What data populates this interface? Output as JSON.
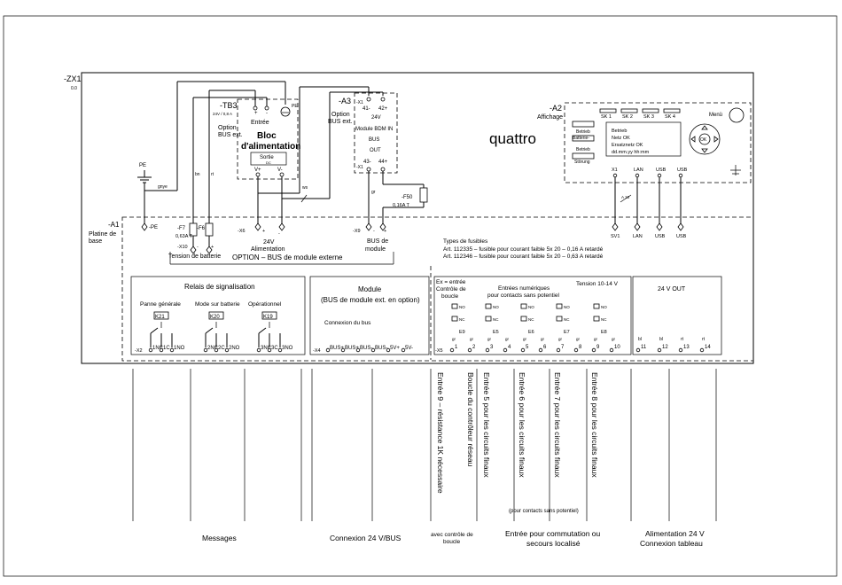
{
  "frame": {
    "zx1_label": "-ZX1",
    "zx1_sub": "0.0",
    "a1_label": "-A1",
    "a1_sub1": "Platine de",
    "a1_sub2": "base"
  },
  "pe_main": {
    "label": "PE",
    "wire": "gnye",
    "pe_term": "-PE"
  },
  "tb3": {
    "ref": "-TB3",
    "rating": "24V / 0,8 A",
    "entree": "Entrée",
    "title1": "Bloc",
    "title2": "d'alimentation",
    "sortie": "Sortie",
    "dc": "DC",
    "v_plus": "V+",
    "v_minus": "V-",
    "in_plus": "+",
    "in_minus": "-",
    "pe": "PE",
    "option1": "Option",
    "option2": "BUS ext."
  },
  "fuses": {
    "f7": "-F7",
    "f7_rating": "0,63A T",
    "f6": "-F6",
    "x10": "-X10",
    "x10_m": "-",
    "x10_p": "+",
    "batt": "Tension de batterie",
    "wire_bn": "bn",
    "wire_rt": "rt"
  },
  "x6": {
    "label": "-X6",
    "plus": "+",
    "minus": "-",
    "v": "24V",
    "alim": "Alimentation"
  },
  "option_bus": "OPTION – BUS de module externe",
  "a3": {
    "ref": "-A3",
    "option1": "Option",
    "option2": "BUS ext.",
    "x1": "-X1",
    "t41": "41-",
    "t42": "42+",
    "v": "24V",
    "module": "Module BDM IN",
    "bus": "BUS",
    "out": "OUT",
    "t43": "43-",
    "t44": "44+",
    "x1b": "-X1"
  },
  "f50": {
    "ref": "-F50",
    "rating": "0,16A T"
  },
  "x9": {
    "label": "-X9",
    "minus": "-",
    "plus": "+",
    "bus1": "BUS de",
    "bus2": "module"
  },
  "wires": {
    "ws": "ws",
    "gr": "gr"
  },
  "brand": "quattro",
  "a2": {
    "ref": "-A2",
    "affichage": "Affichage",
    "sk": [
      "SK 1",
      "SK 2",
      "SK 3",
      "SK 4"
    ],
    "menu": "Menü",
    "ok": "OK",
    "btn_betrieb": "Betrieb",
    "btn_batterie": "Batterie-",
    "btn_batterie2": "Betrieb",
    "btn_storung": "Störung",
    "screen": [
      "Betrieb",
      "Netz OK",
      "Ersatznetz OK",
      "dd.mm.yy   hh:mm"
    ],
    "ports": [
      "X1",
      "LAN",
      "USB",
      "USB"
    ],
    "port_bottom": [
      "SV1",
      "LAN",
      "USB",
      "USB"
    ],
    "port_cable": "A 16"
  },
  "fuse_types": {
    "title": "Types de fusibles",
    "line1": "Art. 112335 – fusible pour courant faible 5x 20 – 0,16 A retardé",
    "line2": "Art. 112346 – fusible pour courant faible 5x 20 – 0,63 A retardé"
  },
  "relais": {
    "title": "Relais de signalisation",
    "groups": [
      {
        "name": "Panne générale",
        "ref": "K21",
        "terms": [
          "1NC",
          "1C",
          "1NO"
        ]
      },
      {
        "name": "Mode sur batterie",
        "ref": "K20",
        "terms": [
          "2NC",
          "2C",
          "2NO"
        ]
      },
      {
        "name": "Opérationnel",
        "ref": "K19",
        "terms": [
          "3NC",
          "3C",
          "3NO"
        ]
      }
    ],
    "x2": "-X2"
  },
  "module": {
    "title": "Module",
    "sub": "(BUS de module ext. en option)",
    "conn": "Connexion du bus",
    "x4": "-X4",
    "terms": [
      "BUS+",
      "BUS+",
      "BUS-",
      "BUS-",
      "5V+",
      "5V-"
    ]
  },
  "inputs": {
    "ex1": "Ex = entrée",
    "ex2": "Contrôle de",
    "ex3": "boucle",
    "title1": "Entrées numériques",
    "title2": "pour contacts sans potentiel",
    "tension": "Tension 10-14 V",
    "no": "NO",
    "nc": "NC",
    "e_labels": [
      "E9",
      "E5",
      "E6",
      "E7",
      "E8"
    ],
    "x5": "-X5",
    "terms": [
      "1",
      "2",
      "3",
      "4",
      "5",
      "6",
      "7",
      "8",
      "9",
      "10"
    ],
    "wire": "gr"
  },
  "out24": {
    "title": "24 V OUT",
    "terms": [
      "11",
      "12",
      "13",
      "14"
    ],
    "wires": [
      "bl",
      "bl",
      "rt",
      "rt"
    ]
  },
  "vertical": [
    "Entrée 9 – résistance 1K nécessaire",
    "Boucle du contrôleur réseau",
    "Entrée 5 pour les circuits finaux",
    "Entrée 6 pour les circuits finaux",
    "Entrée 7 pour les circuits finaux",
    "Entrée 8 pour les circuits finaux"
  ],
  "bottom": {
    "sans_pot": "(pour contacts sans potentiel)",
    "messages": "Messages",
    "connexion_bus": "Connexion 24 V/BUS",
    "avec1": "avec contrôle de",
    "avec2": "boucle",
    "entree1": "Entrée pour commutation ou",
    "entree2": "secours localisé",
    "alim1": "Alimentation 24 V",
    "alim2": "Connexion tableau"
  }
}
